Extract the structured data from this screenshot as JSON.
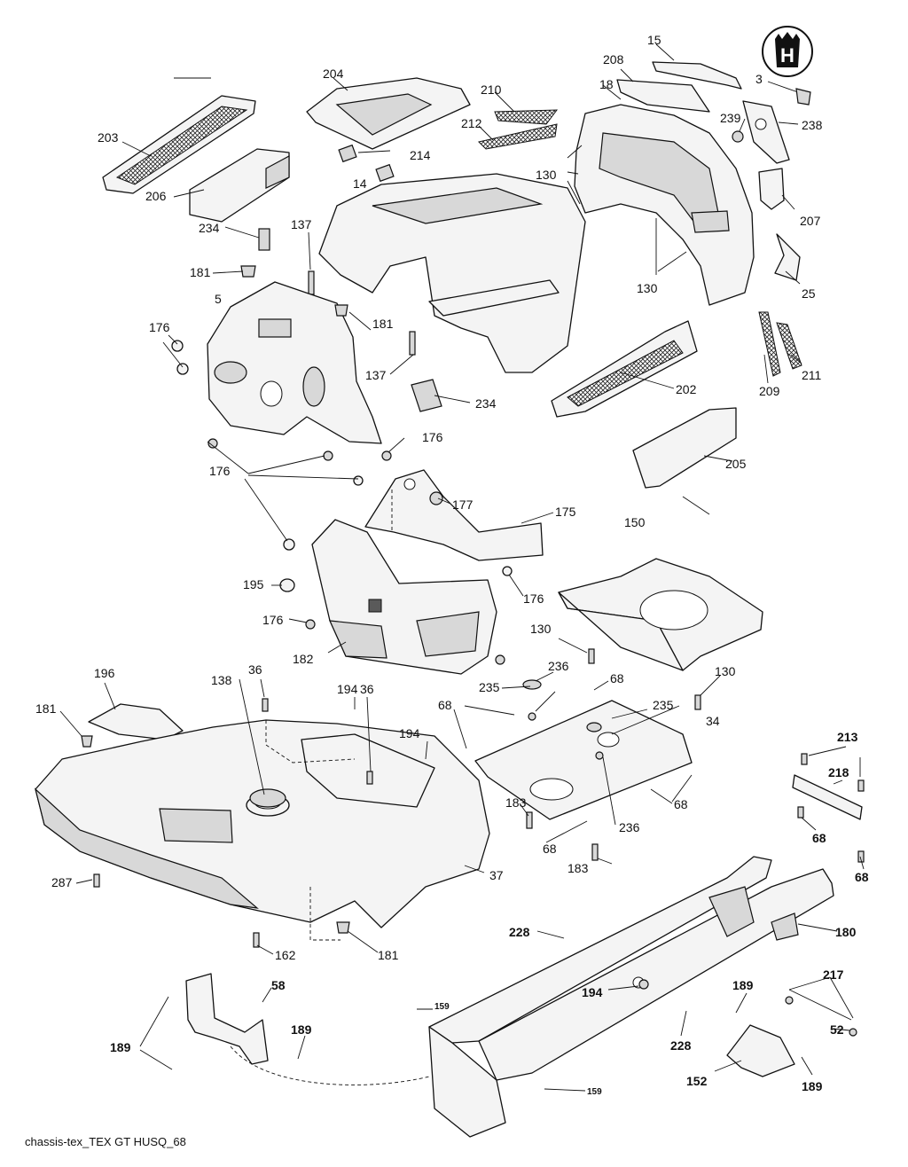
{
  "callouts": {
    "c3": "3",
    "c5": "5",
    "c14": "14",
    "c15": "15",
    "c18": "18",
    "c25": "25",
    "c34": "34",
    "c36a": "36",
    "c36b": "36",
    "c37": "37",
    "c52": "52",
    "c58": "58",
    "c68a": "68",
    "c68b": "68",
    "c68c": "68",
    "c68d": "68",
    "c68e": "68",
    "c68f": "68",
    "c130a": "130",
    "c130b": "130",
    "c130c": "130",
    "c130d": "130",
    "c137a": "137",
    "c137b": "137",
    "c138": "138",
    "c150": "150",
    "c152": "152",
    "c159a": "159",
    "c159b": "159",
    "c162": "162",
    "c175": "175",
    "c176a": "176",
    "c176b": "176",
    "c176c": "176",
    "c176d": "176",
    "c176e": "176",
    "c177": "177",
    "c180": "180",
    "c181a": "181",
    "c181b": "181",
    "c181c": "181",
    "c181d": "181",
    "c182": "182",
    "c183a": "183",
    "c183b": "183",
    "c189a": "189",
    "c189b": "189",
    "c189c": "189",
    "c189d": "189",
    "c194a": "194",
    "c194b": "194",
    "c194c": "194",
    "c195": "195",
    "c196": "196",
    "c202": "202",
    "c203": "203",
    "c204": "204",
    "c205": "205",
    "c206": "206",
    "c207": "207",
    "c208": "208",
    "c209": "209",
    "c210": "210",
    "c211": "211",
    "c212": "212",
    "c213": "213",
    "c214": "214",
    "c217": "217",
    "c218": "218",
    "c228a": "228",
    "c228b": "228",
    "c234a": "234",
    "c234b": "234",
    "c235a": "235",
    "c235b": "235",
    "c236a": "236",
    "c236b": "236",
    "c238": "238",
    "c239": "239",
    "c287": "287"
  },
  "logo": {
    "brand_mark": "H",
    "icon": "crown-h-logo-icon"
  },
  "footer": {
    "label": "chassis-tex_TEX GT HUSQ_68"
  }
}
